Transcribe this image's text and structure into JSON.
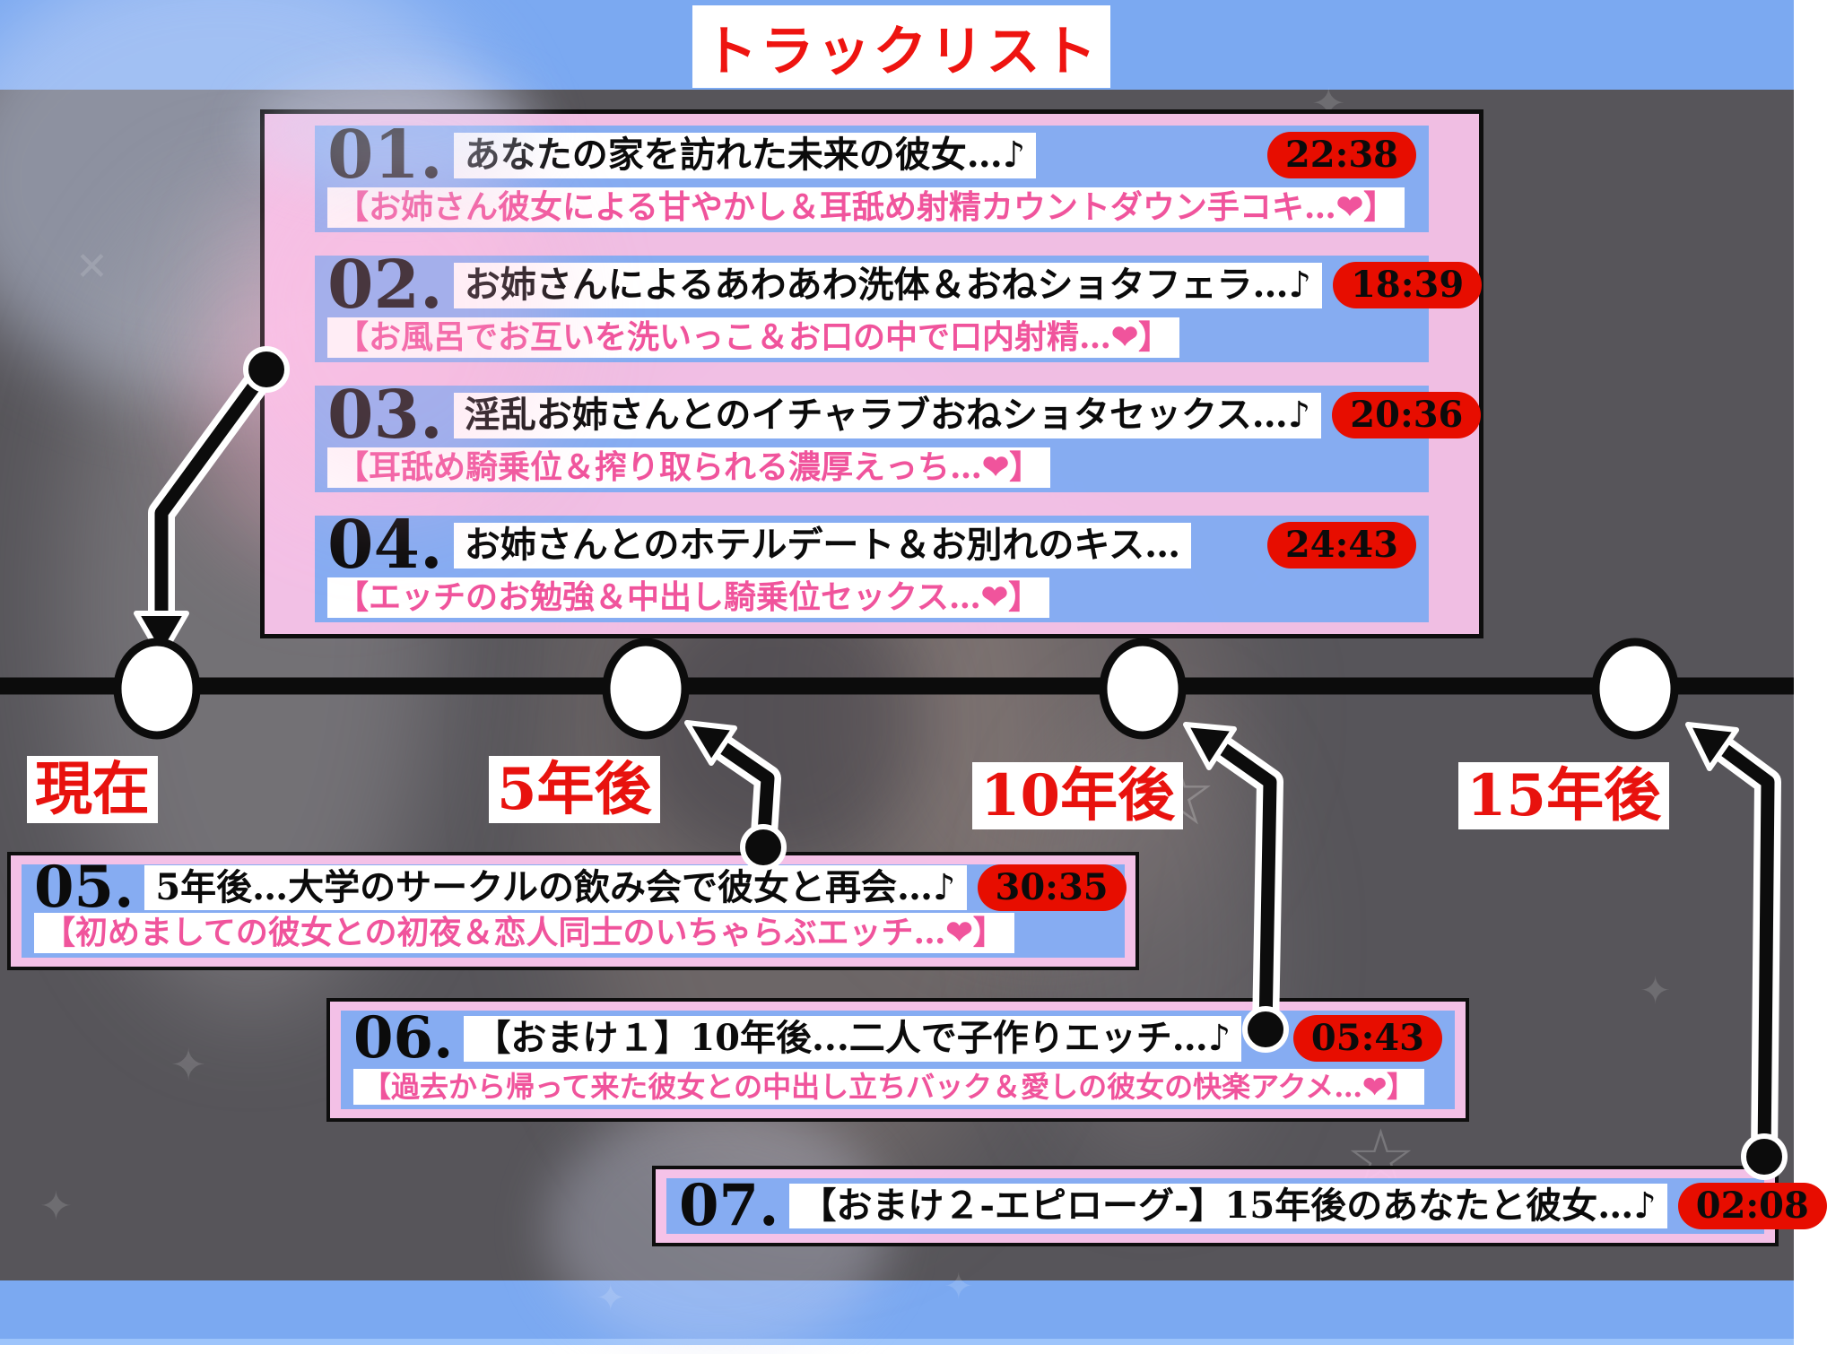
{
  "header": {
    "title": "トラックリスト"
  },
  "timeline": {
    "labels": [
      {
        "text": "現在"
      },
      {
        "text": "5年後"
      },
      {
        "text": "10年後"
      },
      {
        "text": "15年後"
      }
    ]
  },
  "tracks": [
    {
      "num": "01.",
      "title": "あなたの家を訪れた未来の彼女…♪",
      "duration": "22:38",
      "subtitle": "【お姉さん彼女による甘やかし＆耳舐め射精カウントダウン手コキ…❤】"
    },
    {
      "num": "02.",
      "title": "お姉さんによるあわあわ洗体＆おねショタフェラ…♪",
      "duration": "18:39",
      "subtitle": "【お風呂でお互いを洗いっこ＆お口の中で口内射精…❤】"
    },
    {
      "num": "03.",
      "title": "淫乱お姉さんとのイチャラブおねショタセックス…♪",
      "duration": "20:36",
      "subtitle": "【耳舐め騎乗位＆搾り取られる濃厚えっち…❤】"
    },
    {
      "num": "04.",
      "title": "お姉さんとのホテルデート＆お別れのキス…",
      "duration": "24:43",
      "subtitle": "【エッチのお勉強＆中出し騎乗位セックス…❤】"
    },
    {
      "num": "05.",
      "title": "5年後…大学のサークルの飲み会で彼女と再会…♪",
      "duration": "30:35",
      "subtitle": "【初めましての彼女との初夜＆恋人同士のいちゃらぶエッチ…❤】"
    },
    {
      "num": "06.",
      "title": "【おまけ１】10年後...二人で子作りエッチ…♪",
      "duration": "05:43",
      "subtitle": "【過去から帰って来た彼女との中出し立ちバック＆愛しの彼女の快楽アクメ…❤】"
    },
    {
      "num": "07.",
      "title": "【おまけ２-エピローグ-】15年後のあなたと彼女…♪",
      "duration": "02:08"
    }
  ],
  "icons": {
    "sparkle": "✦",
    "star": "☆",
    "cross": "✕"
  },
  "colors": {
    "band_blue": "#7ba9f1",
    "track_blue": "#82abf2",
    "panel_pink": "#fac5ec",
    "duration_red": "#e70d00",
    "title_red": "#ee1410",
    "label_red": "#e8120e",
    "subtitle_pink": "#f0549c",
    "background_gray": "#57555a"
  }
}
